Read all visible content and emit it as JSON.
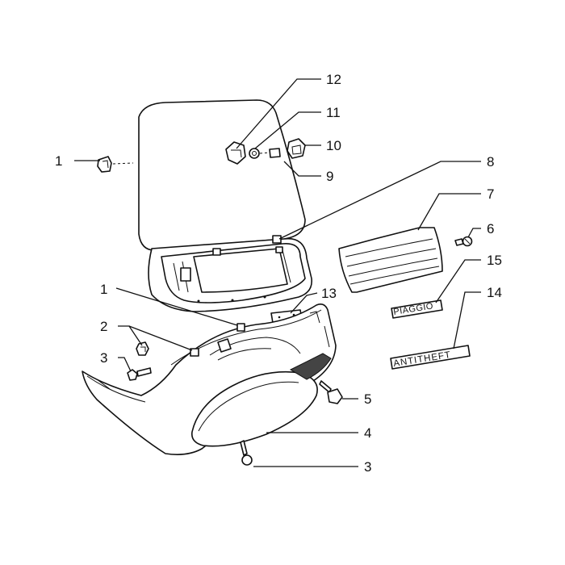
{
  "callouts": {
    "c1_top": "1",
    "c1_mid": "1",
    "c2": "2",
    "c3_left": "3",
    "c3_bottom": "3",
    "c4": "4",
    "c5": "5",
    "c6": "6",
    "c7": "7",
    "c8": "8",
    "c9": "9",
    "c10": "10",
    "c11": "11",
    "c12": "12",
    "c13": "13",
    "c14": "14",
    "c15": "15"
  },
  "badges": {
    "piaggio": "PIAGGIO",
    "antitheft": "ANTITHEFT"
  }
}
